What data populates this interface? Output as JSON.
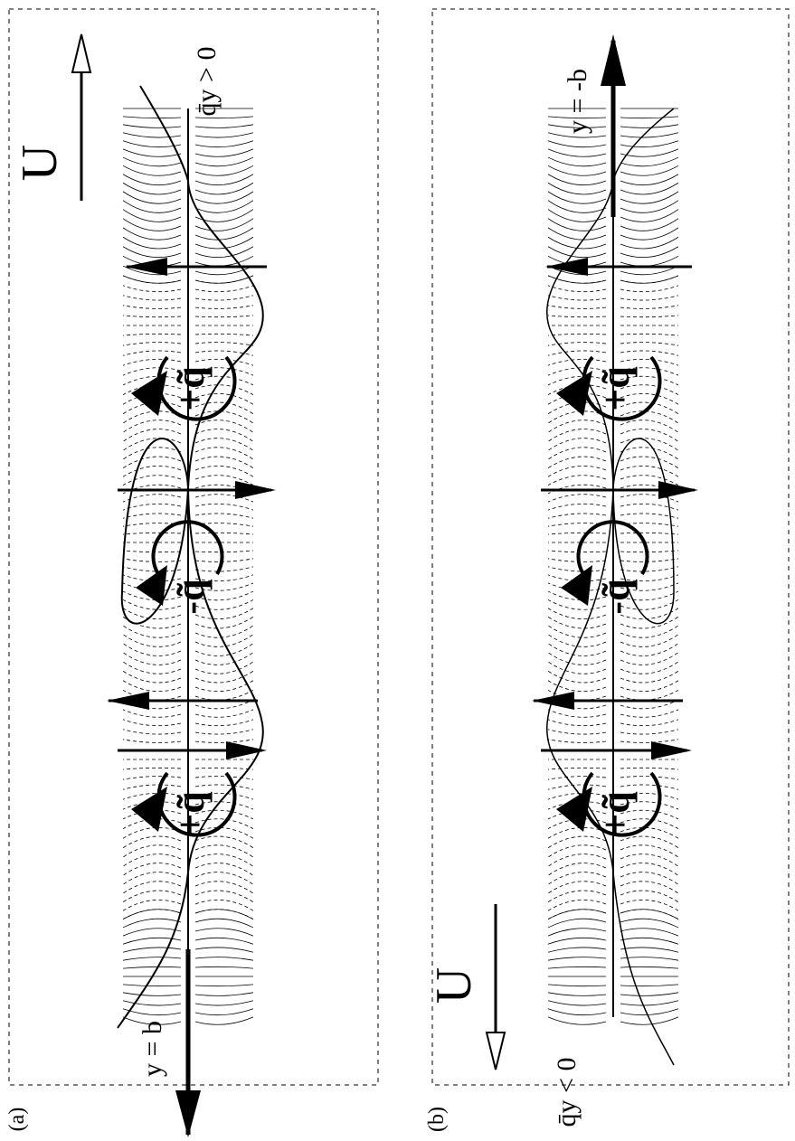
{
  "figure": {
    "panel_a": {
      "tag": "(a)",
      "flow_label": "U",
      "boundary_label": "y = b",
      "flux_label": "q̄y > 0",
      "vortices": [
        {
          "sign": "+",
          "label": "+q̃",
          "rotation": "counterclockwise"
        },
        {
          "sign": "-",
          "label": "-q̃",
          "rotation": "clockwise"
        },
        {
          "sign": "+",
          "label": "+q̃",
          "rotation": "counterclockwise"
        }
      ]
    },
    "panel_b": {
      "tag": "(b)",
      "flow_label": "U",
      "boundary_label": "y = -b",
      "flux_label": "q̄y < 0",
      "vortices": [
        {
          "sign": "+",
          "label": "+q̃",
          "rotation": "counterclockwise"
        },
        {
          "sign": "-",
          "label": "-q̃",
          "rotation": "clockwise"
        },
        {
          "sign": "+",
          "label": "+q̃",
          "rotation": "counterclockwise"
        }
      ]
    },
    "colors": {
      "ink": "#000000",
      "background": "#ffffff"
    }
  }
}
